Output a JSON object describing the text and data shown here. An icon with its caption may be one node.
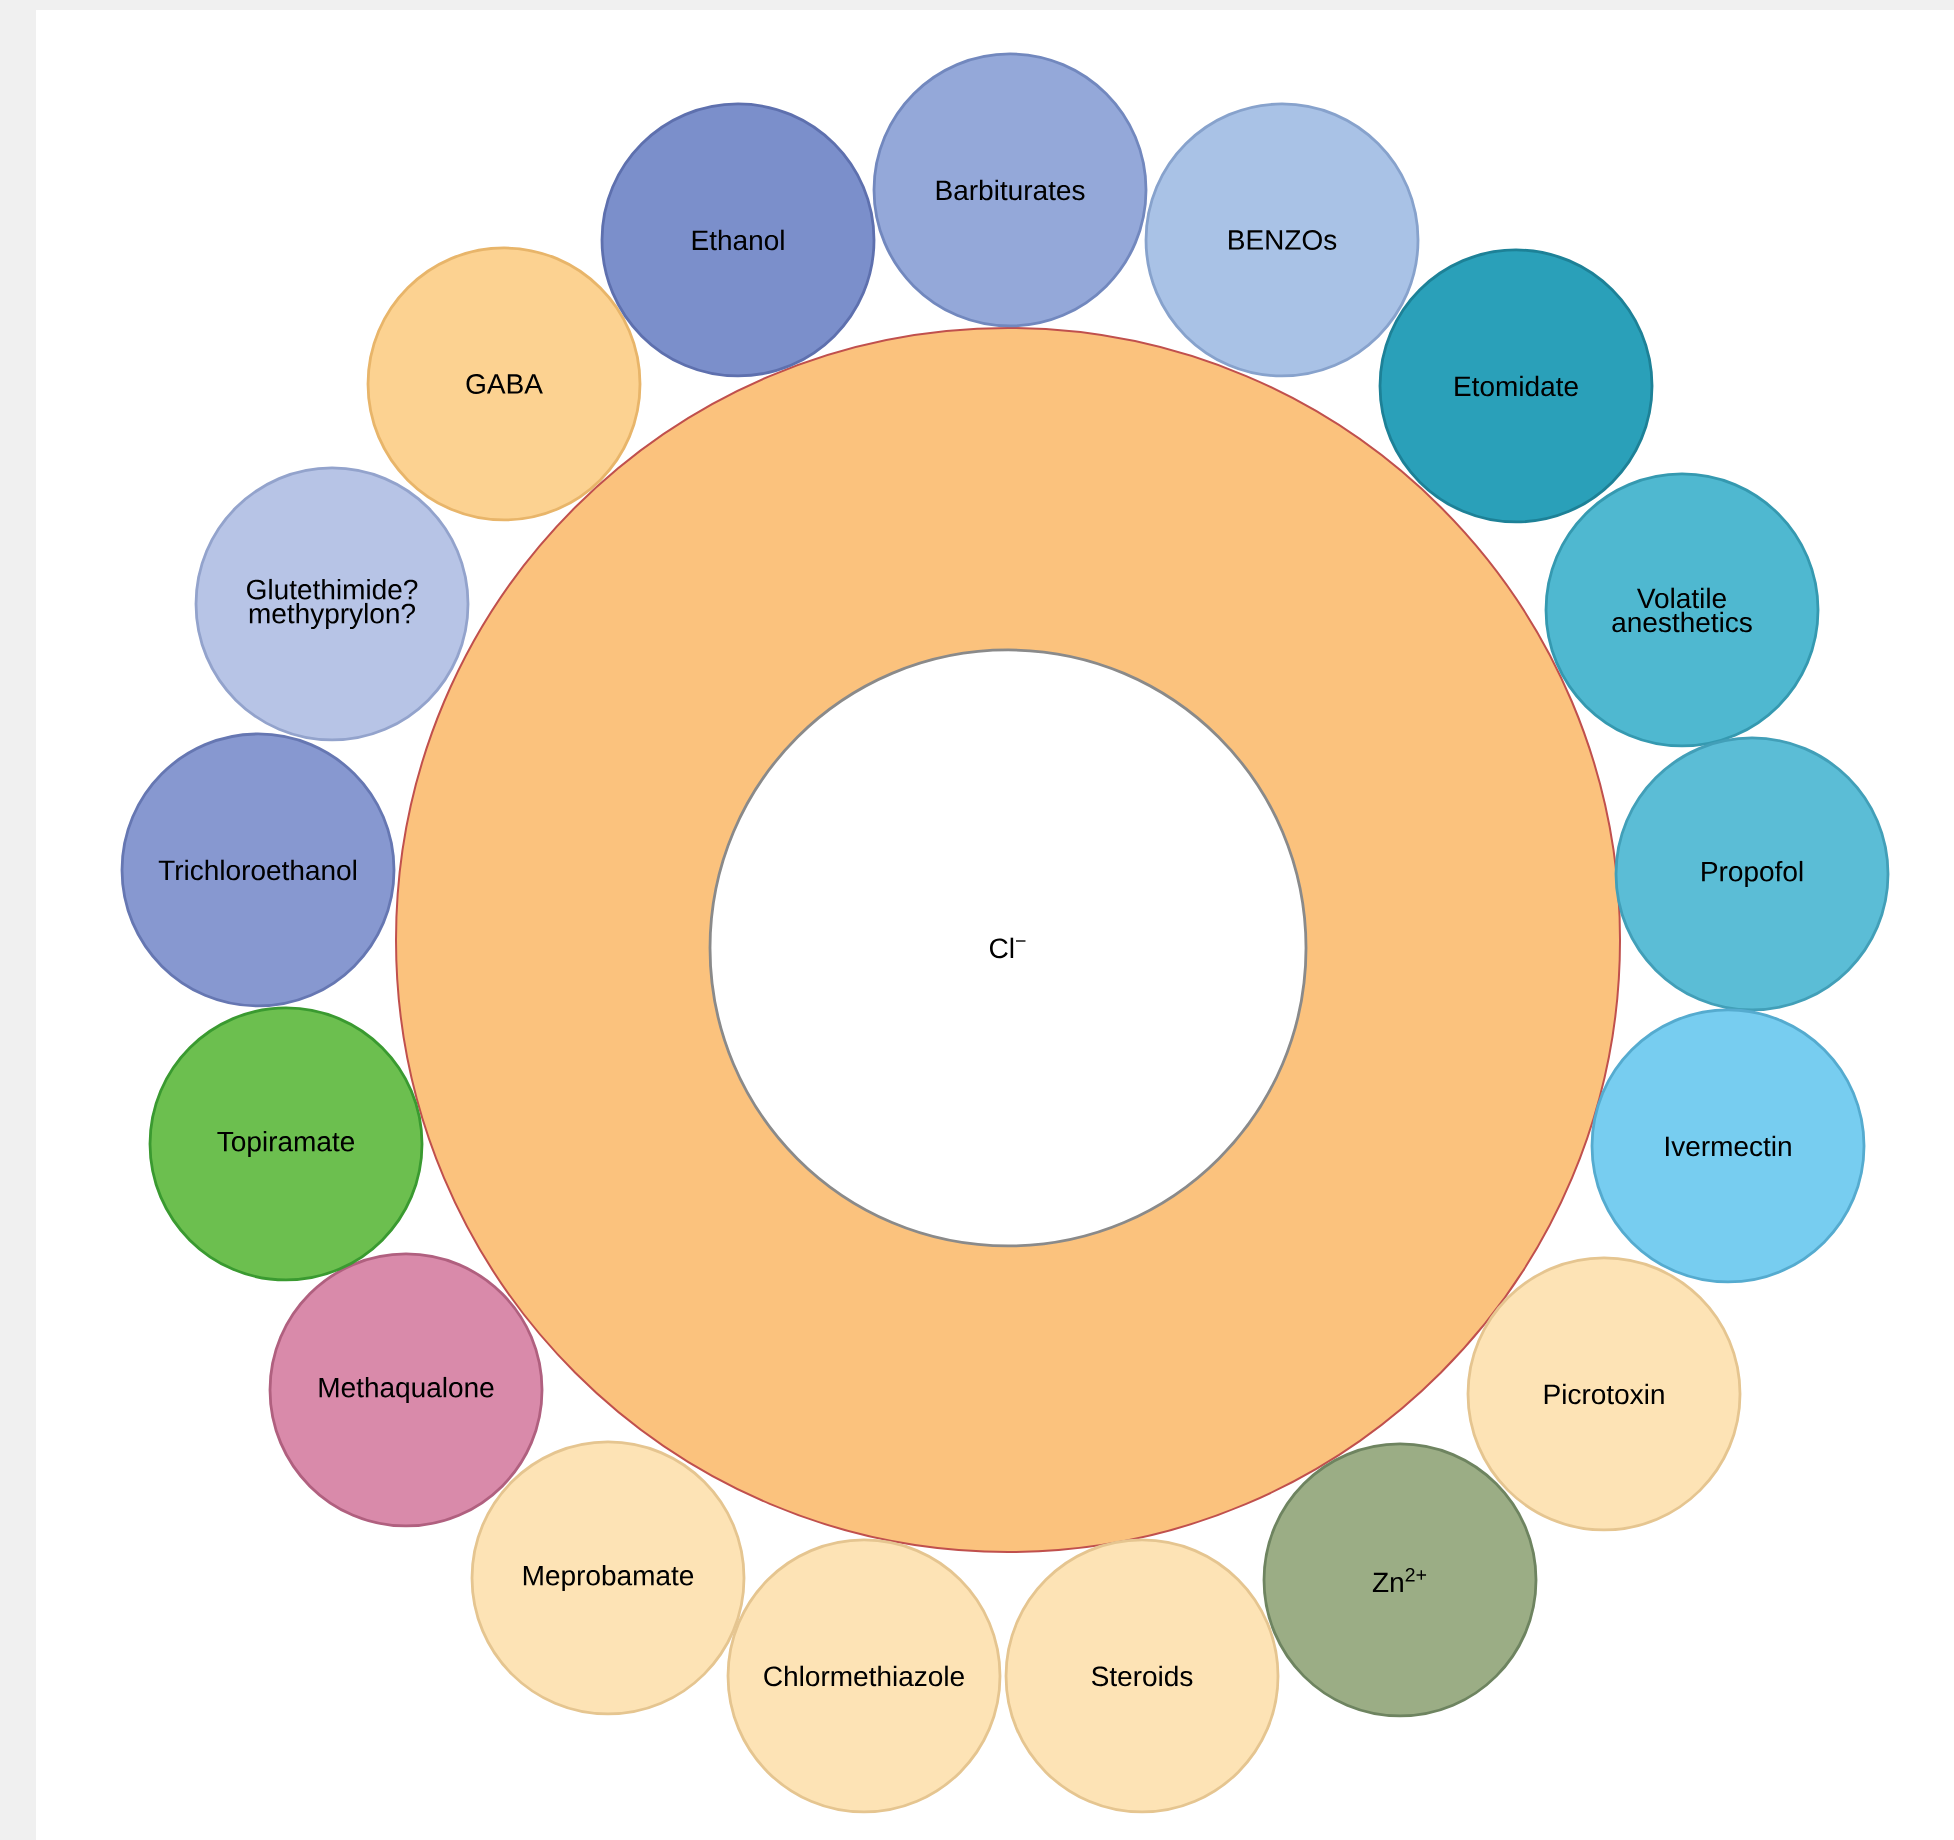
{
  "diagram": {
    "nodes": [
      {
        "text": [],
        "shape": "circle"
      },
      {
        "text": [
          "Cl$^{−}$"
        ],
        "in": 0
      },
      {
        "text": [
          "GABA"
        ]
      },
      {
        "text": [
          "Ethanol"
        ]
      },
      {
        "text": [
          "Barbiturates"
        ]
      },
      {
        "text": [
          "BENZOs"
        ]
      },
      {
        "text": [
          "Etomidate"
        ]
      },
      {
        "text": [
          "Volatile anesthetics"
        ]
      },
      {
        "text": [
          "Propofol"
        ]
      },
      {
        "text": [
          "Ivermectin"
        ]
      },
      {
        "text": [
          "Picrotoxin"
        ]
      },
      {
        "text": [
          "Zn$^{2+}$"
        ]
      },
      {
        "text": [
          "Steroids"
        ]
      },
      {
        "text": [
          "Chlormethiazole"
        ]
      },
      {
        "text": [
          "Meprobamate"
        ]
      },
      {
        "text": [
          "Methaqualone"
        ]
      },
      {
        "text": [
          "Topiramate"
        ]
      },
      {
        "text": [
          "Trichloroethanol"
        ]
      },
      {
        "text": [
          "Glutethimide? methyprylon?"
        ]
      }
    ]
  }
}
